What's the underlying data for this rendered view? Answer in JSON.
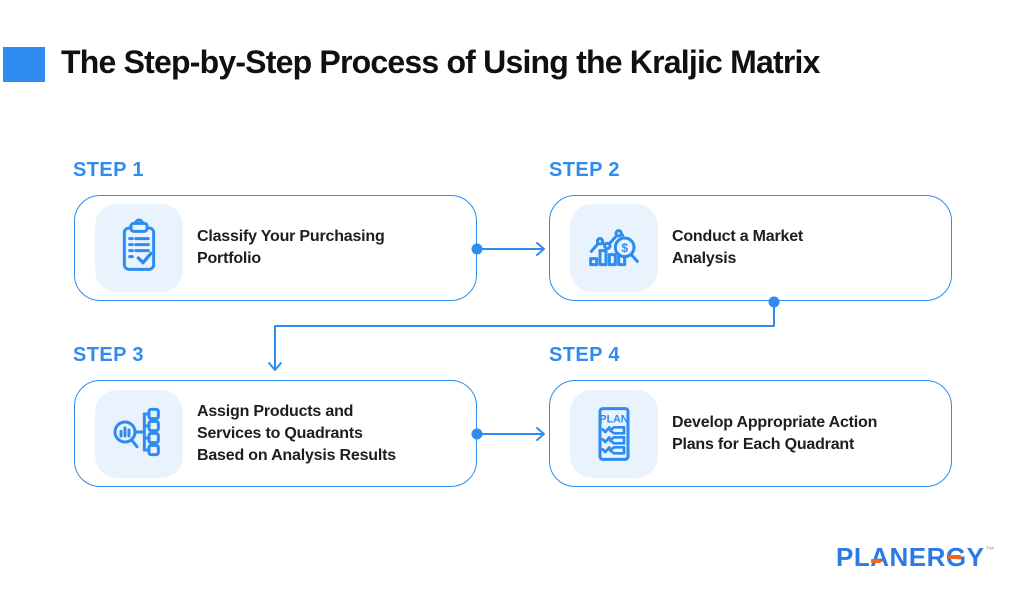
{
  "page": {
    "title": "The Step-by-Step Process of Using the Kraljic Matrix"
  },
  "steps": [
    {
      "label": "STEP 1",
      "icon": "clipboard-checklist-icon",
      "lines": [
        "Classify Your Purchasing",
        "Portfolio"
      ]
    },
    {
      "label": "STEP 2",
      "icon": "chart-magnifier-dollar-icon",
      "lines": [
        "Conduct a Market",
        "Analysis"
      ]
    },
    {
      "label": "STEP 3",
      "icon": "magnifier-hierarchy-icon",
      "lines": [
        "Assign Products and",
        "Services to Quadrants",
        "Based on Analysis Results"
      ]
    },
    {
      "label": "STEP 4",
      "icon": "plan-document-icon",
      "lines": [
        "Develop Appropriate Action",
        "Plans for Each Quadrant"
      ]
    }
  ],
  "icons": {
    "plan_label": "PLAN",
    "dollar": "$"
  },
  "logo": {
    "text": "PLANERGY",
    "trademark": "™"
  },
  "colors": {
    "accent_blue": "#2E8BF0",
    "icon_tile_background": "#E8F3FD",
    "title_text": "#101010",
    "body_text": "#1E1E1E",
    "logo_blue": "#2B7AE5",
    "logo_orange": "#F4651D"
  }
}
